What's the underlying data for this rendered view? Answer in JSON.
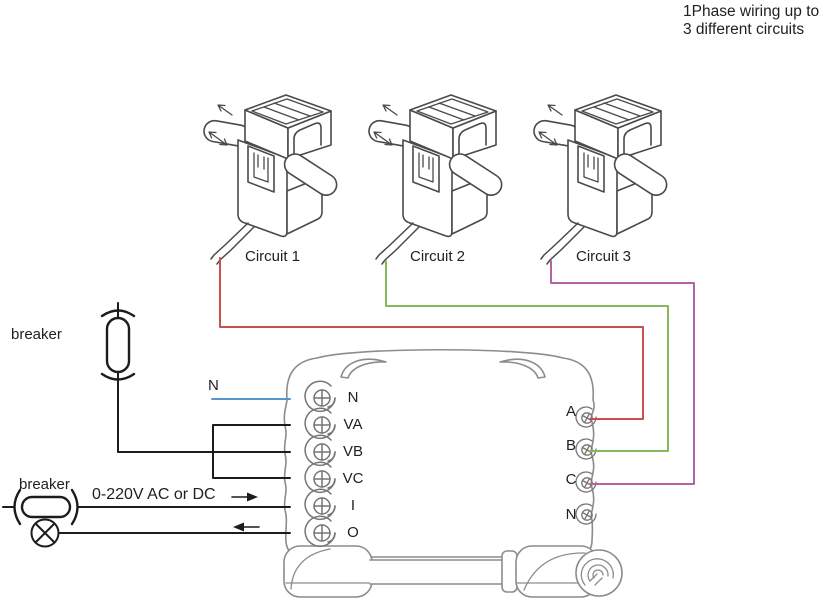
{
  "note": {
    "line1": "1Phase wiring up to",
    "line2": "3 different circuits"
  },
  "circuits": [
    {
      "label": "Circuit 1"
    },
    {
      "label": "Circuit 2"
    },
    {
      "label": "Circuit 3"
    }
  ],
  "source_labels": {
    "breaker_top": "breaker",
    "breaker_bottom": "breaker",
    "neutral": "N",
    "supply": "0-220V AC or DC"
  },
  "device": {
    "left_terminals": [
      "N",
      "VA",
      "VB",
      "VC",
      "I",
      "O"
    ],
    "right_terminals": [
      "A",
      "B",
      "C",
      "N"
    ]
  },
  "colors": {
    "circuit1_wire": "#c9504e",
    "circuit2_wire": "#84b85a",
    "circuit3_wire": "#b363a4",
    "neutral_wire": "#5596d2",
    "mains_wire": "#1f1f1f",
    "symbol_black": "#1c1c1c",
    "device_outline": "#8c8c8c",
    "ct_outline": "#4a4a4a",
    "screw_grey": "#757575"
  }
}
